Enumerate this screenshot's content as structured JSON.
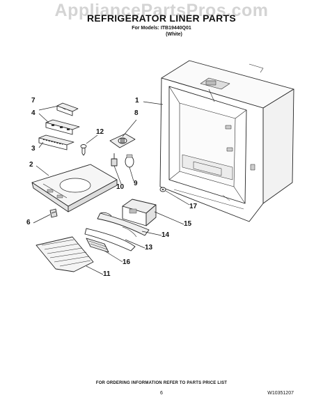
{
  "watermark": "AppliancePartsPros.com",
  "header": {
    "title": "REFRIGERATOR LINER PARTS",
    "models_line": "For Models: ITB19440Q01",
    "color_line": "(White)"
  },
  "callouts": [
    {
      "id": "c1",
      "label": "1"
    },
    {
      "id": "c2",
      "label": "2"
    },
    {
      "id": "c3",
      "label": "3"
    },
    {
      "id": "c4",
      "label": "4"
    },
    {
      "id": "c6",
      "label": "6"
    },
    {
      "id": "c7",
      "label": "7"
    },
    {
      "id": "c8",
      "label": "8"
    },
    {
      "id": "c9",
      "label": "9"
    },
    {
      "id": "c10",
      "label": "10"
    },
    {
      "id": "c11",
      "label": "11"
    },
    {
      "id": "c12",
      "label": "12"
    },
    {
      "id": "c13",
      "label": "13"
    },
    {
      "id": "c14",
      "label": "14"
    },
    {
      "id": "c15",
      "label": "15"
    },
    {
      "id": "c16",
      "label": "16"
    },
    {
      "id": "c17",
      "label": "17"
    }
  ],
  "footer": {
    "note": "FOR ORDERING INFORMATION REFER TO PARTS PRICE LIST",
    "page": "6",
    "doc_number": "W10351207"
  }
}
